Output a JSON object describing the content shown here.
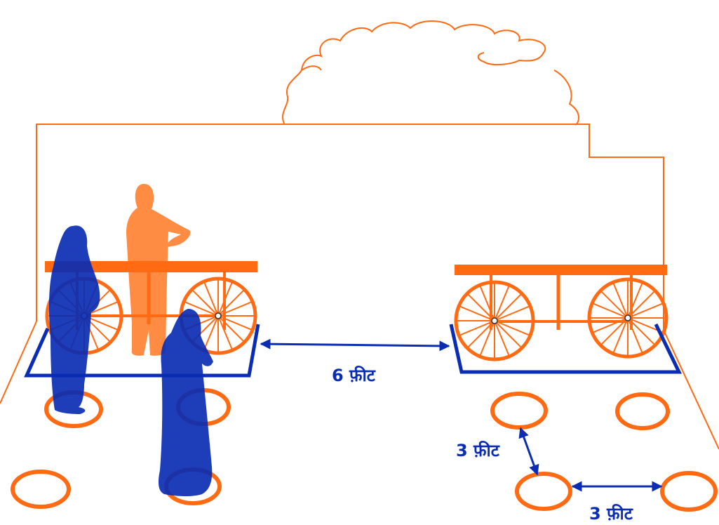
{
  "labels": {
    "cart_gap": "6 फ़ीट",
    "circle_gap_vertical": "3 फ़ीट",
    "circle_gap_horizontal": "3 फ़ीट"
  },
  "colors": {
    "orange": "#ff6a13",
    "person_orange": "#ff8c42",
    "blue": "#0a2db3",
    "blue_dark": "#0b2aa8",
    "background": "#ffffff"
  }
}
